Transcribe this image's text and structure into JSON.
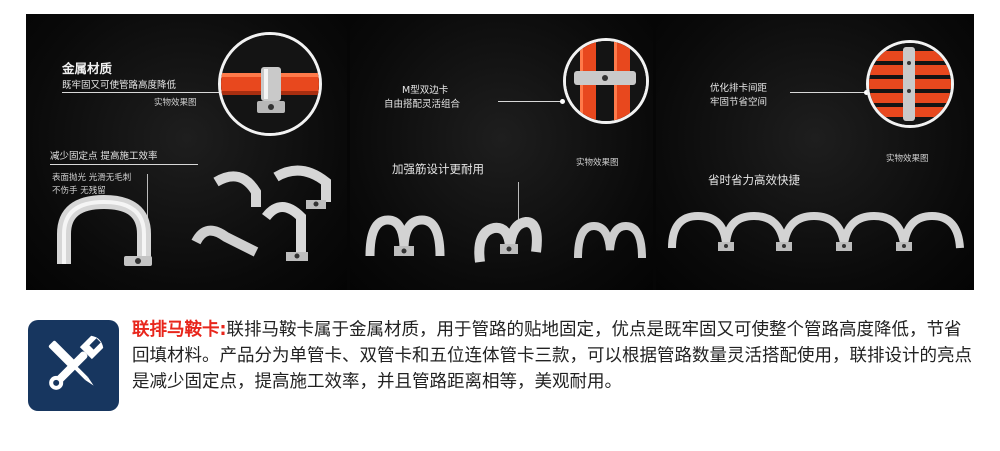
{
  "panel_left": {
    "material_title": "金属材质",
    "material_sub": "既牢固又可使管路高度降低",
    "effect_label": "实物效果图",
    "benefit_line": "减少固定点   提高施工效率",
    "finish_line1": "表面抛光 光滑无毛刺",
    "finish_line2": "不伤手 无残留"
  },
  "panel_middle": {
    "type_line1": "M型双边卡",
    "type_line2": "自由搭配灵活组合",
    "effect_label": "实物效果图",
    "rib_line": "加强筋设计更耐用"
  },
  "panel_right": {
    "spacing_line1": "优化排卡间距",
    "spacing_line2": "牢固节省空间",
    "effect_label": "实物效果图",
    "efficiency_line": "省时省力高效快捷"
  },
  "description": {
    "title": "联排马鞍卡:",
    "text": "联排马鞍卡属于金属材质，用于管路的贴地固定，优点是既牢固又可使整个管路高度降低，节省回填材料。产品分为单管卡、双管卡和五位连体管卡三款，可以根据管路数量灵活搭配使用，联排设计的亮点是减少固定点，提高施工效率，并且管路距离相等，美观耐用。"
  },
  "icons": {
    "tool": "wrench-screwdriver-icon"
  },
  "colors": {
    "accent": "#e8261c",
    "icon_bg": "#17365f",
    "pipe": "#e8481e",
    "banner_bg": "#060606"
  }
}
